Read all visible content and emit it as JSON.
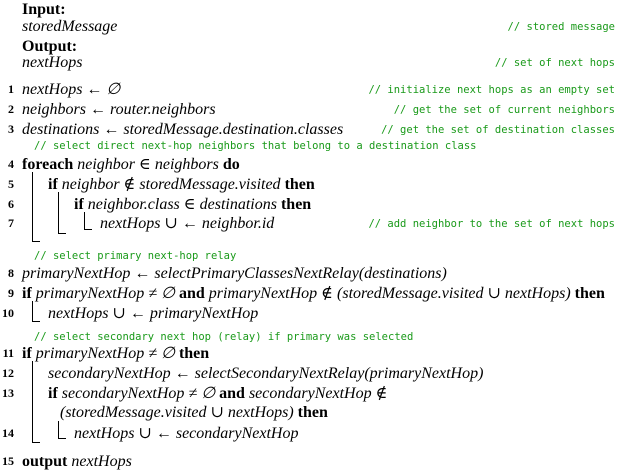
{
  "header": {
    "input_label": "Input:",
    "input_var": "storedMessage",
    "input_comment": "// stored message",
    "output_label": "Output:",
    "output_var": "nextHops",
    "output_comment": "// set of next hops"
  },
  "lines": {
    "l1": {
      "num": "1",
      "code": "nextHops ← ∅",
      "comment": "// initialize next hops as an empty set"
    },
    "l2": {
      "num": "2",
      "code": "neighbors ← router.neighbors",
      "comment": "// get the set of current neighbors"
    },
    "l3": {
      "num": "3",
      "code": "destinations ← storedMessage.destination.classes",
      "comment": "// get the set of destination classes"
    },
    "c1": {
      "comment": "// select direct next-hop neighbors that belong to a destination class"
    },
    "l4": {
      "num": "4",
      "kw": "foreach",
      "code": "neighbor ∈ neighbors",
      "kw2": "do"
    },
    "l5": {
      "num": "5",
      "kw": "if",
      "code": "neighbor ∉ storedMessage.visited",
      "kw2": "then"
    },
    "l6": {
      "num": "6",
      "kw": "if",
      "code": "neighbor.class ∈ destinations",
      "kw2": "then"
    },
    "l7": {
      "num": "7",
      "code": "nextHops ∪ ← neighbor.id",
      "comment": "// add neighbor to the set of next hops"
    },
    "c2": {
      "comment": "// select primary next-hop relay"
    },
    "l8": {
      "num": "8",
      "code": "primaryNextHop ← selectPrimaryClassesNextRelay(destinations)"
    },
    "l9": {
      "num": "9",
      "kw": "if",
      "code_a": "primaryNextHop ≠ ∅",
      "kw_and": "and",
      "code_b": "primaryNextHop ∉ (storedMessage.visited ∪ nextHops)",
      "kw2": "then"
    },
    "l10": {
      "num": "10",
      "code": "nextHops ∪ ← primaryNextHop"
    },
    "c3": {
      "comment": "// select secondary next hop (relay) if primary was selected"
    },
    "l11": {
      "num": "11",
      "kw": "if",
      "code": "primaryNextHop ≠ ∅",
      "kw2": "then"
    },
    "l12": {
      "num": "12",
      "code": "secondaryNextHop ← selectSecondaryNextRelay(primaryNextHop)"
    },
    "l13": {
      "num": "13",
      "kw": "if",
      "code_a": "secondaryNextHop ≠ ∅",
      "kw_and": "and",
      "code_b": "secondaryNextHop ∉",
      "code_c": "(storedMessage.visited ∪ nextHops)",
      "kw2": "then"
    },
    "l14": {
      "num": "14",
      "code": "nextHops ∪ ← secondaryNextHop"
    },
    "l15": {
      "num": "15",
      "kw": "output",
      "code": "nextHops"
    }
  }
}
